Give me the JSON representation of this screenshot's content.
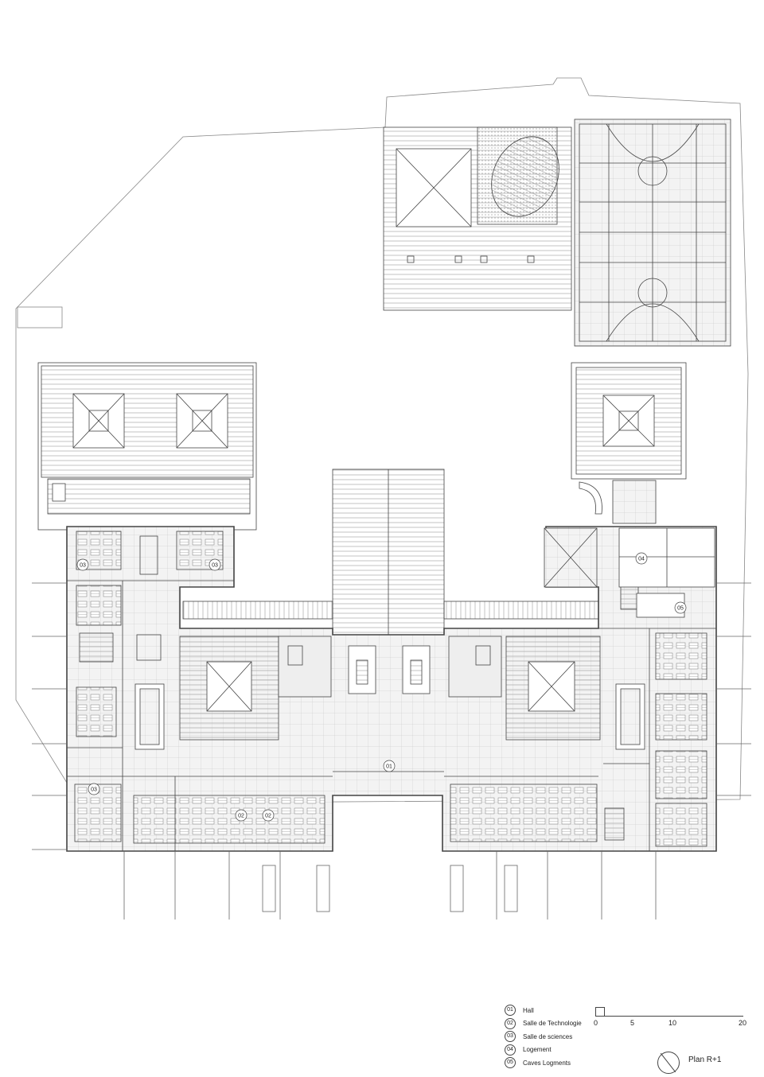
{
  "room_tags": [
    {
      "id": "room-tag-01",
      "num": "01"
    },
    {
      "id": "room-tag-02-a",
      "num": "02"
    },
    {
      "id": "room-tag-02-b",
      "num": "02"
    },
    {
      "id": "room-tag-03-a",
      "num": "03"
    },
    {
      "id": "room-tag-03-b",
      "num": "03"
    },
    {
      "id": "room-tag-03-c",
      "num": "03"
    },
    {
      "id": "room-tag-04",
      "num": "04"
    },
    {
      "id": "room-tag-05",
      "num": "05"
    }
  ],
  "legend": [
    {
      "num": "01",
      "label": "Hall"
    },
    {
      "num": "02",
      "label": "Salle de Technologie"
    },
    {
      "num": "03",
      "label": "Salle de sciences"
    },
    {
      "num": "04",
      "label": "Logement"
    },
    {
      "num": "05",
      "label": "Caves Logments"
    }
  ],
  "scale_bar": {
    "ticks": [
      "0",
      "5",
      "10",
      "20"
    ]
  },
  "plan_title": "Plan R+1",
  "colors": {
    "line": "#444444",
    "light": "#9a9a9a",
    "fill": "#eeeeee",
    "background": "#ffffff"
  }
}
